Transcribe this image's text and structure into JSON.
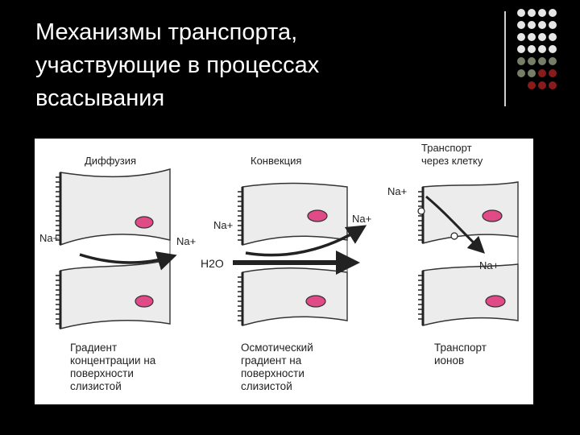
{
  "slide": {
    "title": "Механизмы транспорта,\nучаствующие в процессах\nвсасывания"
  },
  "decoration": {
    "dot_colors": {
      "light": "#e6e6e6",
      "olive": "#777e68",
      "red": "#8b1a1a"
    }
  },
  "figure": {
    "panels": [
      {
        "heading": "Диффузия",
        "caption_lines": [
          "Градиент",
          "концентрации на",
          "поверхности",
          "слизистой"
        ]
      },
      {
        "heading": "Конвекция",
        "caption_lines": [
          "Осмотический",
          "градиент на",
          "поверхности",
          "слизистой"
        ]
      },
      {
        "heading_lines": [
          "Транспорт",
          "через клетку"
        ],
        "caption_lines": [
          "Транспорт",
          "ионов"
        ]
      }
    ],
    "labels": {
      "na_plus": "Na+",
      "water": "H2O"
    },
    "colors": {
      "cell_fill": "#ececec",
      "nucleus": "#e04a86",
      "ink": "#222222"
    }
  }
}
